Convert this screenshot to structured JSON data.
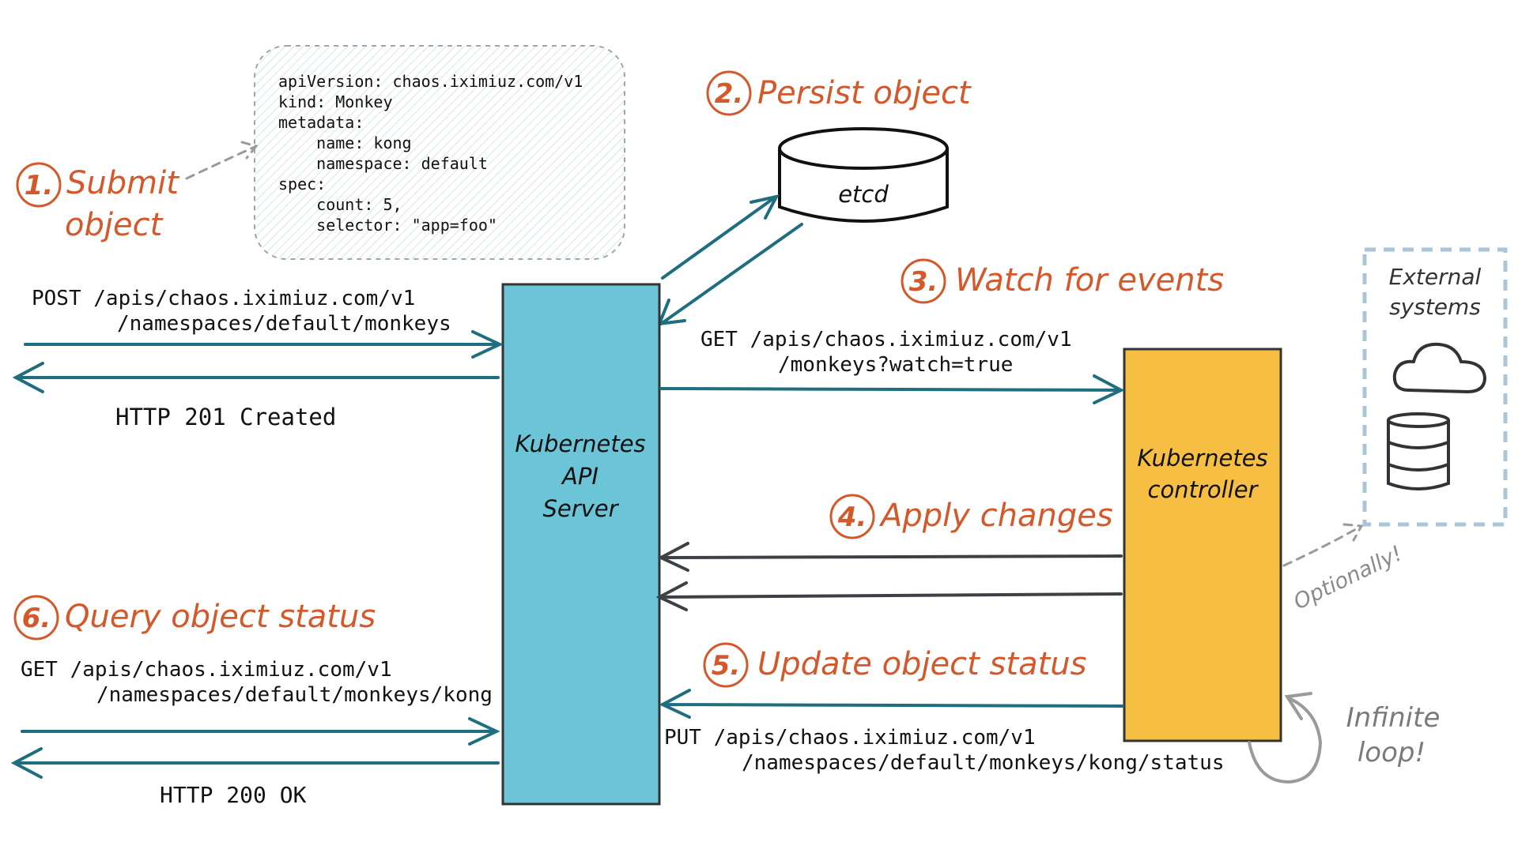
{
  "yaml_lines": [
    "apiVersion: chaos.iximiuz.com/v1",
    "kind: Monkey",
    "metadata:",
    "    name: kong",
    "    namespace: default",
    "spec:",
    "    count: 5,",
    "    selector: \"app=foo\""
  ],
  "steps": {
    "submit": {
      "num": "1.",
      "line1": "Submit",
      "line2": "object"
    },
    "persist": {
      "num": "2.",
      "label": "Persist object"
    },
    "watch": {
      "num": "3.",
      "label": "Watch for events"
    },
    "apply": {
      "num": "4.",
      "label": "Apply changes"
    },
    "update": {
      "num": "5.",
      "label": "Update object status"
    },
    "query": {
      "num": "6.",
      "label": "Query object status"
    }
  },
  "requests": {
    "post_line1": "POST /apis/chaos.iximiuz.com/v1",
    "post_line2": "/namespaces/default/monkeys",
    "created": "HTTP 201 Created",
    "watch_line1": "GET /apis/chaos.iximiuz.com/v1",
    "watch_line2": "/monkeys?watch=true",
    "get_line1": "GET /apis/chaos.iximiuz.com/v1",
    "get_line2": "/namespaces/default/monkeys/kong",
    "ok": "HTTP 200 OK",
    "put_line1": "PUT /apis/chaos.iximiuz.com/v1",
    "put_line2": "/namespaces/default/monkeys/kong/status"
  },
  "components": {
    "etcd": "etcd",
    "api_server": [
      "Kubernetes",
      "API",
      "Server"
    ],
    "controller": [
      "Kubernetes",
      "controller"
    ],
    "external": [
      "External",
      "systems"
    ]
  },
  "notes": {
    "optionally": "Optionally!",
    "infinite": [
      "Infinite",
      "loop!"
    ]
  },
  "colors": {
    "api_server": "#6bc5d6",
    "controller": "#f6bf43",
    "arrow_teal": "#1f6e80",
    "arrow_dark": "#3d4044",
    "step_orange": "#d4582a",
    "external_border": "#a9c6d8"
  },
  "icons": [
    "cloud-icon",
    "database-icon"
  ]
}
